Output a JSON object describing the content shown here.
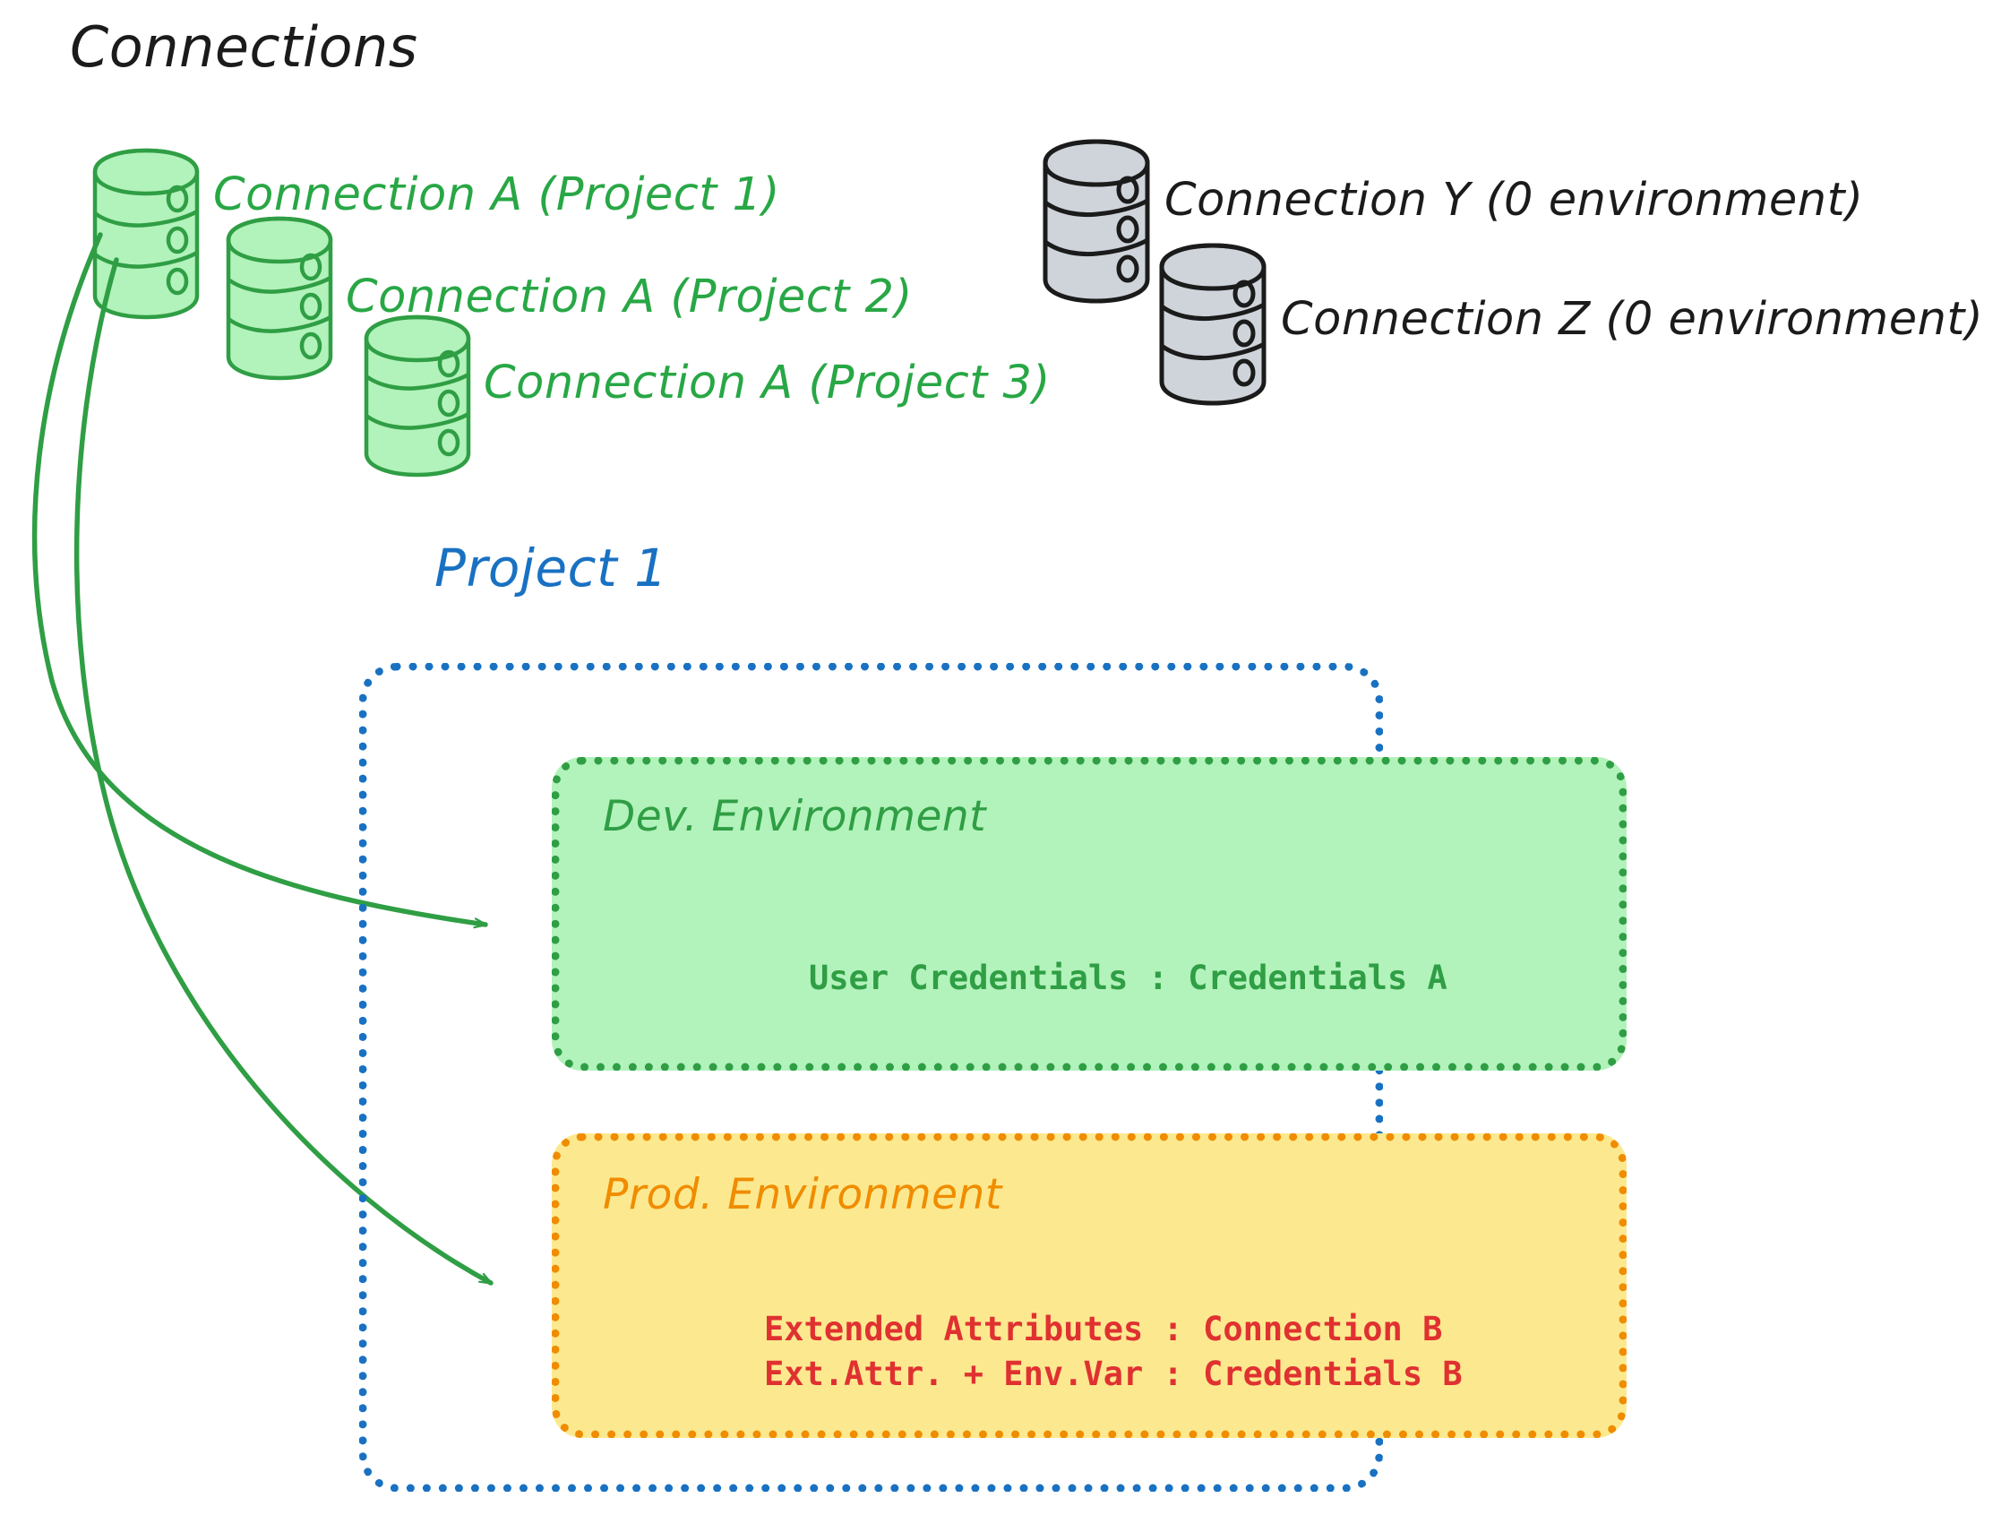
{
  "diagram": {
    "title": "Connections",
    "background_color": "#ffffff"
  },
  "connections": {
    "green_items": [
      {
        "label": "Connection A (Project 1)",
        "icon": "database-icon",
        "color": "#28a745"
      },
      {
        "label": "Connection A (Project 2)",
        "icon": "database-icon",
        "color": "#28a745"
      },
      {
        "label": "Connection A (Project 3)",
        "icon": "database-icon",
        "color": "#28a745"
      }
    ],
    "gray_items": [
      {
        "label": "Connection Y (0 environment)",
        "icon": "database-icon",
        "color": "#1b1b1b"
      },
      {
        "label": "Connection Z (0 environment)",
        "icon": "database-icon",
        "color": "#1b1b1b"
      }
    ]
  },
  "project": {
    "title": "Project 1",
    "title_color": "#1971c2",
    "border_color": "#1971c2",
    "environments": [
      {
        "name": "Dev. Environment",
        "fill_color": "#b2f2bb",
        "border_color": "#2f9e44",
        "text_color": "#2f9e44",
        "lines": [
          "User Credentials : Credentials A"
        ]
      },
      {
        "name": "Prod. Environment",
        "fill_color": "#fce98f",
        "border_color": "#f08c00",
        "text_color": "#e03131",
        "lines": [
          "Extended Attributes : Connection B",
          "Ext.Attr. + Env.Var : Credentials B"
        ]
      }
    ]
  },
  "arrows": [
    {
      "from": "Connection A (Project 1)",
      "to": "Dev. Environment",
      "color": "#2f9e44"
    },
    {
      "from": "Connection A (Project 1)",
      "to": "Prod. Environment",
      "color": "#2f9e44"
    }
  ]
}
